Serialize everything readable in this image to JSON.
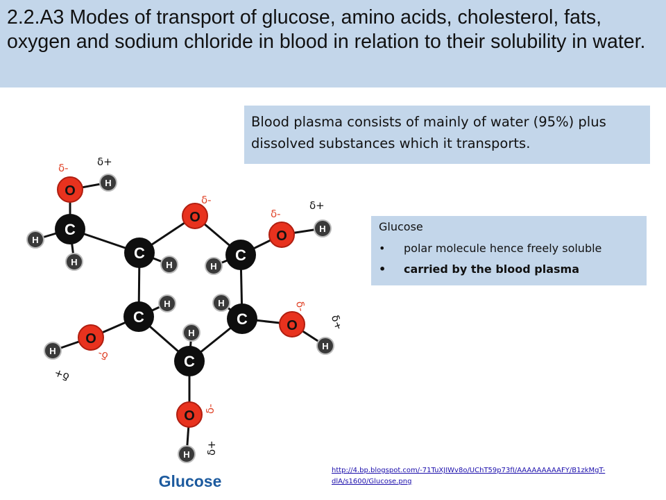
{
  "header": {
    "title": "2.2.A3 Modes of transport of glucose, amino acids, cholesterol, fats, oxygen and sodium chloride in blood in relation to their solubility in water."
  },
  "plasma_box": {
    "text": "Blood plasma consists of mainly of water (95%) plus dissolved substances which it transports."
  },
  "glucose_box": {
    "heading": "Glucose",
    "bullets": [
      "polar molecule hence freely soluble",
      "carried by the blood plasma"
    ]
  },
  "diagram": {
    "caption": "Glucose",
    "atom_labels": {
      "carbon": "C",
      "oxygen": "O",
      "hydrogen": "H"
    },
    "charges": {
      "delta_minus": "δ-",
      "delta_plus": "δ+"
    },
    "colors": {
      "carbon": "#0e0e0e",
      "oxygen": "#e8321e",
      "hydrogen": "#3a3a3a",
      "charge_minus": "#e0452a",
      "caption": "#1c5a9e"
    }
  },
  "source": {
    "link_text": "http://4.bp.blogspot.com/-71TuXJIWv8o/UChT59p73fI/AAAAAAAAAFY/B1zkMgT-dlA/s1600/Glucose.png"
  },
  "colors": {
    "panel_bg": "#c3d6ea",
    "link": "#1a0dab"
  }
}
